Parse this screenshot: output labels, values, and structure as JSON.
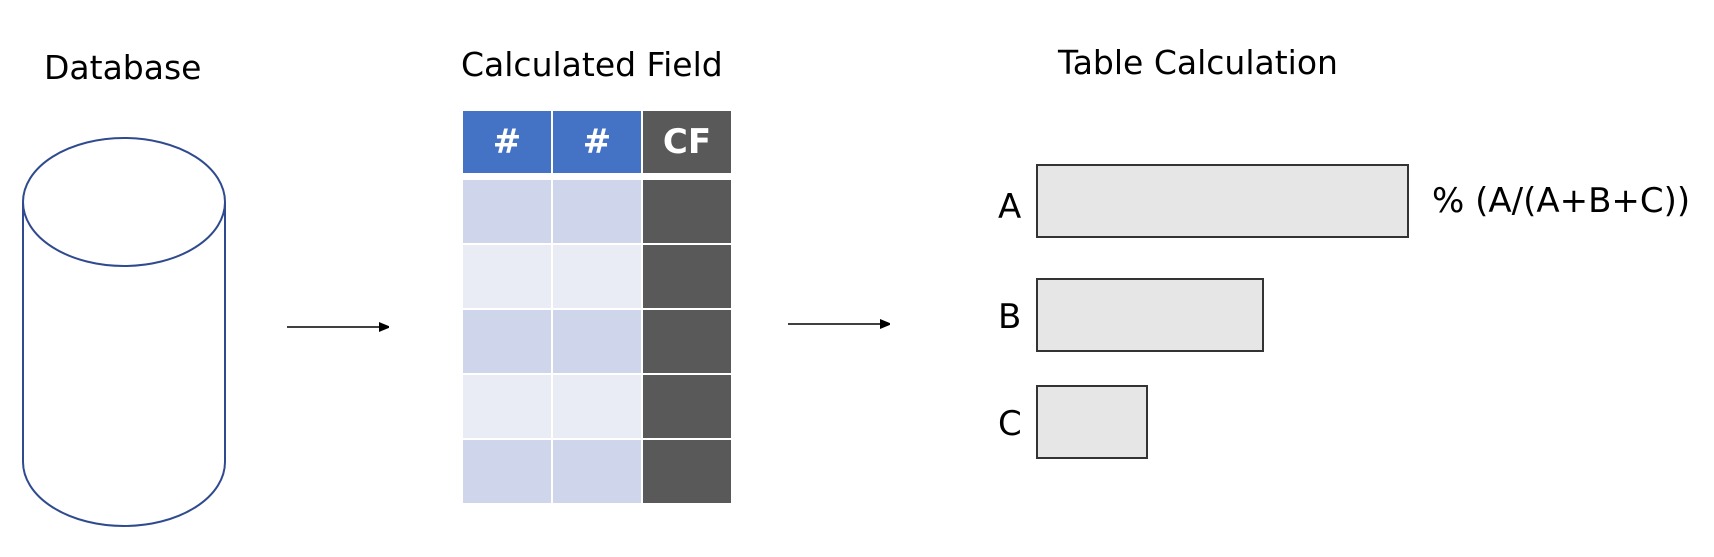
{
  "sections": {
    "database_title": "Database",
    "calculated_field_title": "Calculated Field",
    "table_calculation_title": "Table Calculation"
  },
  "table": {
    "headers": [
      "#",
      "#",
      "CF"
    ],
    "row_count": 5
  },
  "bars": [
    {
      "label": "A",
      "relative_length": 1.0
    },
    {
      "label": "B",
      "relative_length": 0.61
    },
    {
      "label": "C",
      "relative_length": 0.3
    }
  ],
  "formula": "% (A/(A+B+C))",
  "colors": {
    "cylinder_stroke": "#2f4a8e",
    "header_blue": "#4472c4",
    "cf_dark": "#595959",
    "row_blue_dark": "#cfd5ea",
    "row_blue_light": "#e9ebf5",
    "bar_fill": "#e6e6e6",
    "bar_stroke": "#333333"
  }
}
